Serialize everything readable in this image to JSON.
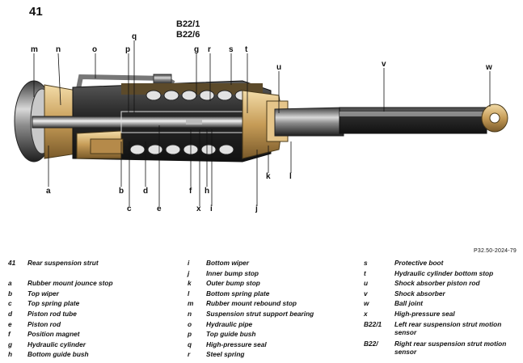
{
  "figure": {
    "number": "41",
    "code": "P32.50-2024-79",
    "sensor_label_line1": "B22/1",
    "sensor_label_line2": "B22/6"
  },
  "callouts": [
    "m",
    "n",
    "o",
    "q",
    "p",
    "g",
    "r",
    "s",
    "t",
    "u",
    "v",
    "w",
    "a",
    "b",
    "c",
    "d",
    "e",
    "f",
    "h",
    "x",
    "i",
    "j",
    "k",
    "l"
  ],
  "legend": [
    [
      {
        "key": "41",
        "text": "Rear suspension strut"
      },
      {
        "key": "",
        "text": ""
      },
      {
        "key": "a",
        "text": "Rubber mount jounce stop"
      },
      {
        "key": "b",
        "text": "Top wiper"
      },
      {
        "key": "c",
        "text": "Top spring plate"
      },
      {
        "key": "d",
        "text": "Piston rod tube"
      },
      {
        "key": "e",
        "text": "Piston rod"
      },
      {
        "key": "f",
        "text": "Position magnet"
      },
      {
        "key": "g",
        "text": "Hydraulic cylinder"
      },
      {
        "key": "h",
        "text": "Bottom guide bush"
      }
    ],
    [
      {
        "key": "i",
        "text": "Bottom wiper"
      },
      {
        "key": "j",
        "text": "Inner bump stop"
      },
      {
        "key": "k",
        "text": "Outer bump stop"
      },
      {
        "key": "l",
        "text": "Bottom spring plate"
      },
      {
        "key": "m",
        "text": "Rubber mount rebound stop"
      },
      {
        "key": "n",
        "text": "Suspension strut support bearing"
      },
      {
        "key": "o",
        "text": "Hydraulic pipe"
      },
      {
        "key": "p",
        "text": "Top guide bush"
      },
      {
        "key": "q",
        "text": "High-pressure seal"
      },
      {
        "key": "r",
        "text": "Steel spring"
      }
    ],
    [
      {
        "key": "s",
        "text": "Protective boot"
      },
      {
        "key": "t",
        "text": "Hydraulic cylinder bottom stop"
      },
      {
        "key": "u",
        "text": "Shock absorber piston rod"
      },
      {
        "key": "v",
        "text": "Shock absorber"
      },
      {
        "key": "w",
        "text": "Ball joint"
      },
      {
        "key": "x",
        "text": "High-pressure seal"
      },
      {
        "key": "B22/1",
        "text": "Left rear suspension strut motion sensor"
      },
      {
        "key": "B22/",
        "text": "Right rear suspension strut motion sensor"
      }
    ]
  ]
}
